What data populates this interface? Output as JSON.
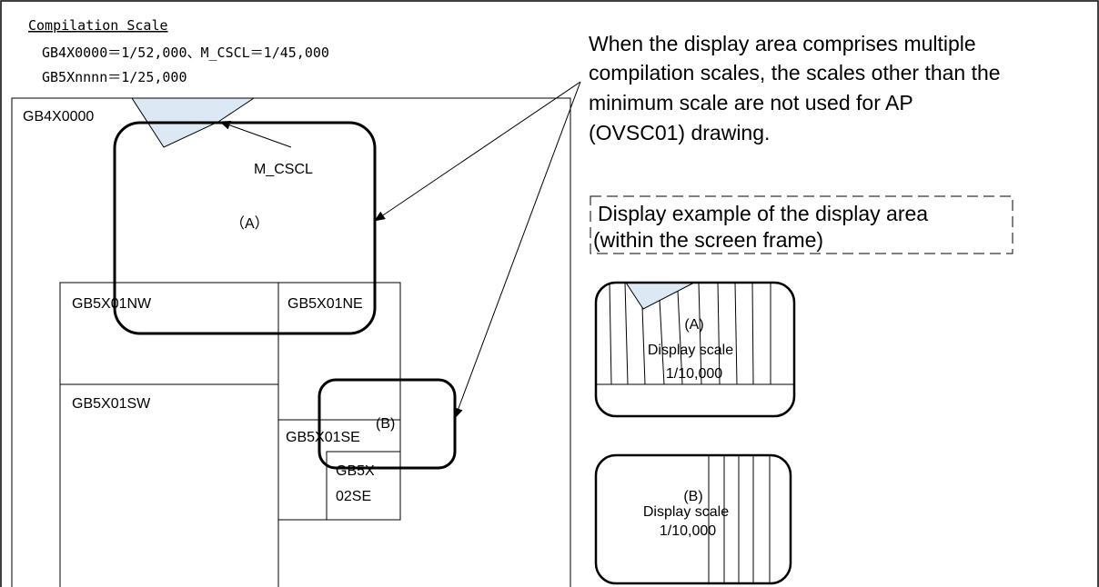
{
  "compilation": {
    "heading": "Compilation Scale",
    "line1": "GB4X0000＝1/52,000、M_CSCL＝1/45,000",
    "line2": "GB5Xnnnn＝1/25,000"
  },
  "map": {
    "outer_label": "GB4X0000",
    "cscl_label": "M_CSCL",
    "label_a": "（A）",
    "label_b": "(B)",
    "cells": {
      "nw": "GB5X01NW",
      "ne": "GB5X01NE",
      "sw": "GB5X01SW",
      "se": "GB5X01SE",
      "sub_line1": "GB5X",
      "sub_line2": "02SE"
    }
  },
  "note": {
    "lines": [
      "When the display area comprises multiple",
      "compilation scales, the scales other than the",
      "minimum scale are not used for AP",
      "(OVSC01) drawing."
    ]
  },
  "example_box": {
    "line1": "Display example of the display area",
    "line2": "(within the screen frame)"
  },
  "screen_a": {
    "label": "(A)",
    "scale_label": "Display scale",
    "scale_value": "1/10,000"
  },
  "screen_b": {
    "label": "(B)",
    "scale_label": "Display scale",
    "scale_value": "1/10,000"
  },
  "colors": {
    "cscl_fill": "#dde8f5",
    "line": "#000000"
  }
}
